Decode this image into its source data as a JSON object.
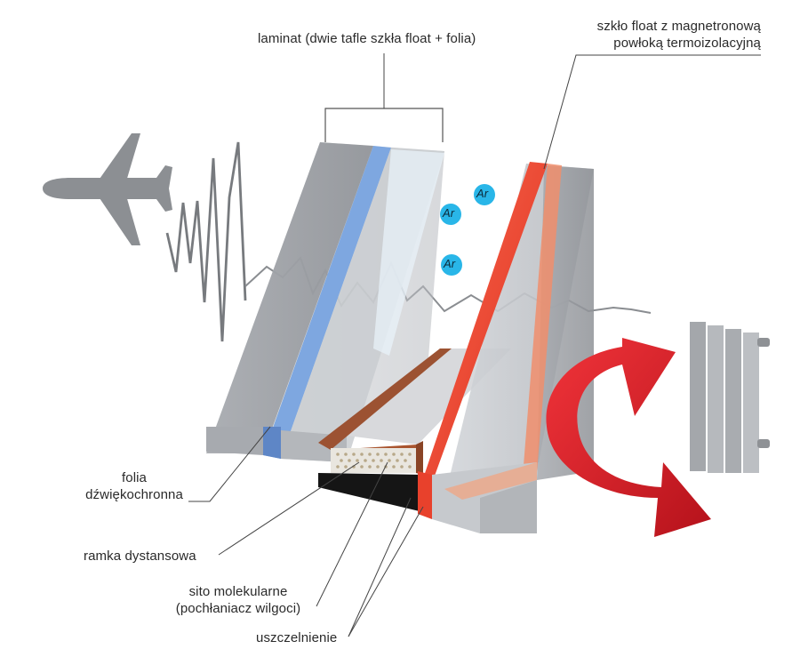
{
  "labels": {
    "laminat": "laminat (dwie tafle szkła float + folia)",
    "szklo_float": [
      "szkło float z magnetronową",
      "powłoką termoizolacyjną"
    ],
    "folia": [
      "folia",
      "dźwiękochronna"
    ],
    "ramka": "ramka dystansowa",
    "sito": [
      "sito molekularne",
      "(pochłaniacz wilgoci)"
    ],
    "uszczelnienie": "uszczelnienie"
  },
  "gas_molecules": [
    "Ar",
    "Ar",
    "Ar"
  ],
  "icons": [
    "airplane-icon",
    "radiator-icon",
    "heat-reflection-arrow"
  ],
  "colors": {
    "glass": "#c4c7cc",
    "acoustic_foil": "#7ea7e0",
    "coating": "#e8412c",
    "spacer": "#a0522d",
    "sealant": "#1a1a1a",
    "argon": "#29b6e8",
    "arrow": "#e41e26",
    "text": "#2a2a2a"
  }
}
